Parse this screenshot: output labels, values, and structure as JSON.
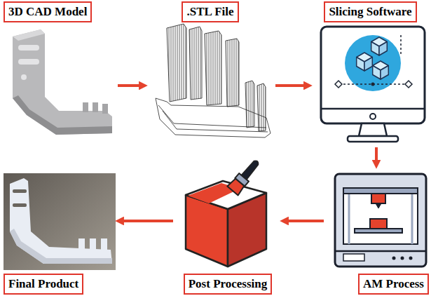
{
  "diagram": {
    "nodes": [
      {
        "text": [
          "3D CAD Model"
        ]
      },
      {
        "text": [
          ".STL File"
        ]
      },
      {
        "text": [
          "Slicing Software"
        ]
      },
      {
        "text": [
          "AM Process"
        ]
      },
      {
        "text": [
          "Post Processing"
        ]
      },
      {
        "text": [
          "Final Product"
        ]
      }
    ],
    "edges": [
      {
        "from": 0,
        "to": 1,
        "arrow": "to"
      },
      {
        "from": 1,
        "to": 2,
        "arrow": "to"
      },
      {
        "from": 2,
        "to": 3,
        "arrow": "to"
      },
      {
        "from": 3,
        "to": 4,
        "arrow": "to"
      },
      {
        "from": 4,
        "to": 5,
        "arrow": "to"
      }
    ]
  }
}
